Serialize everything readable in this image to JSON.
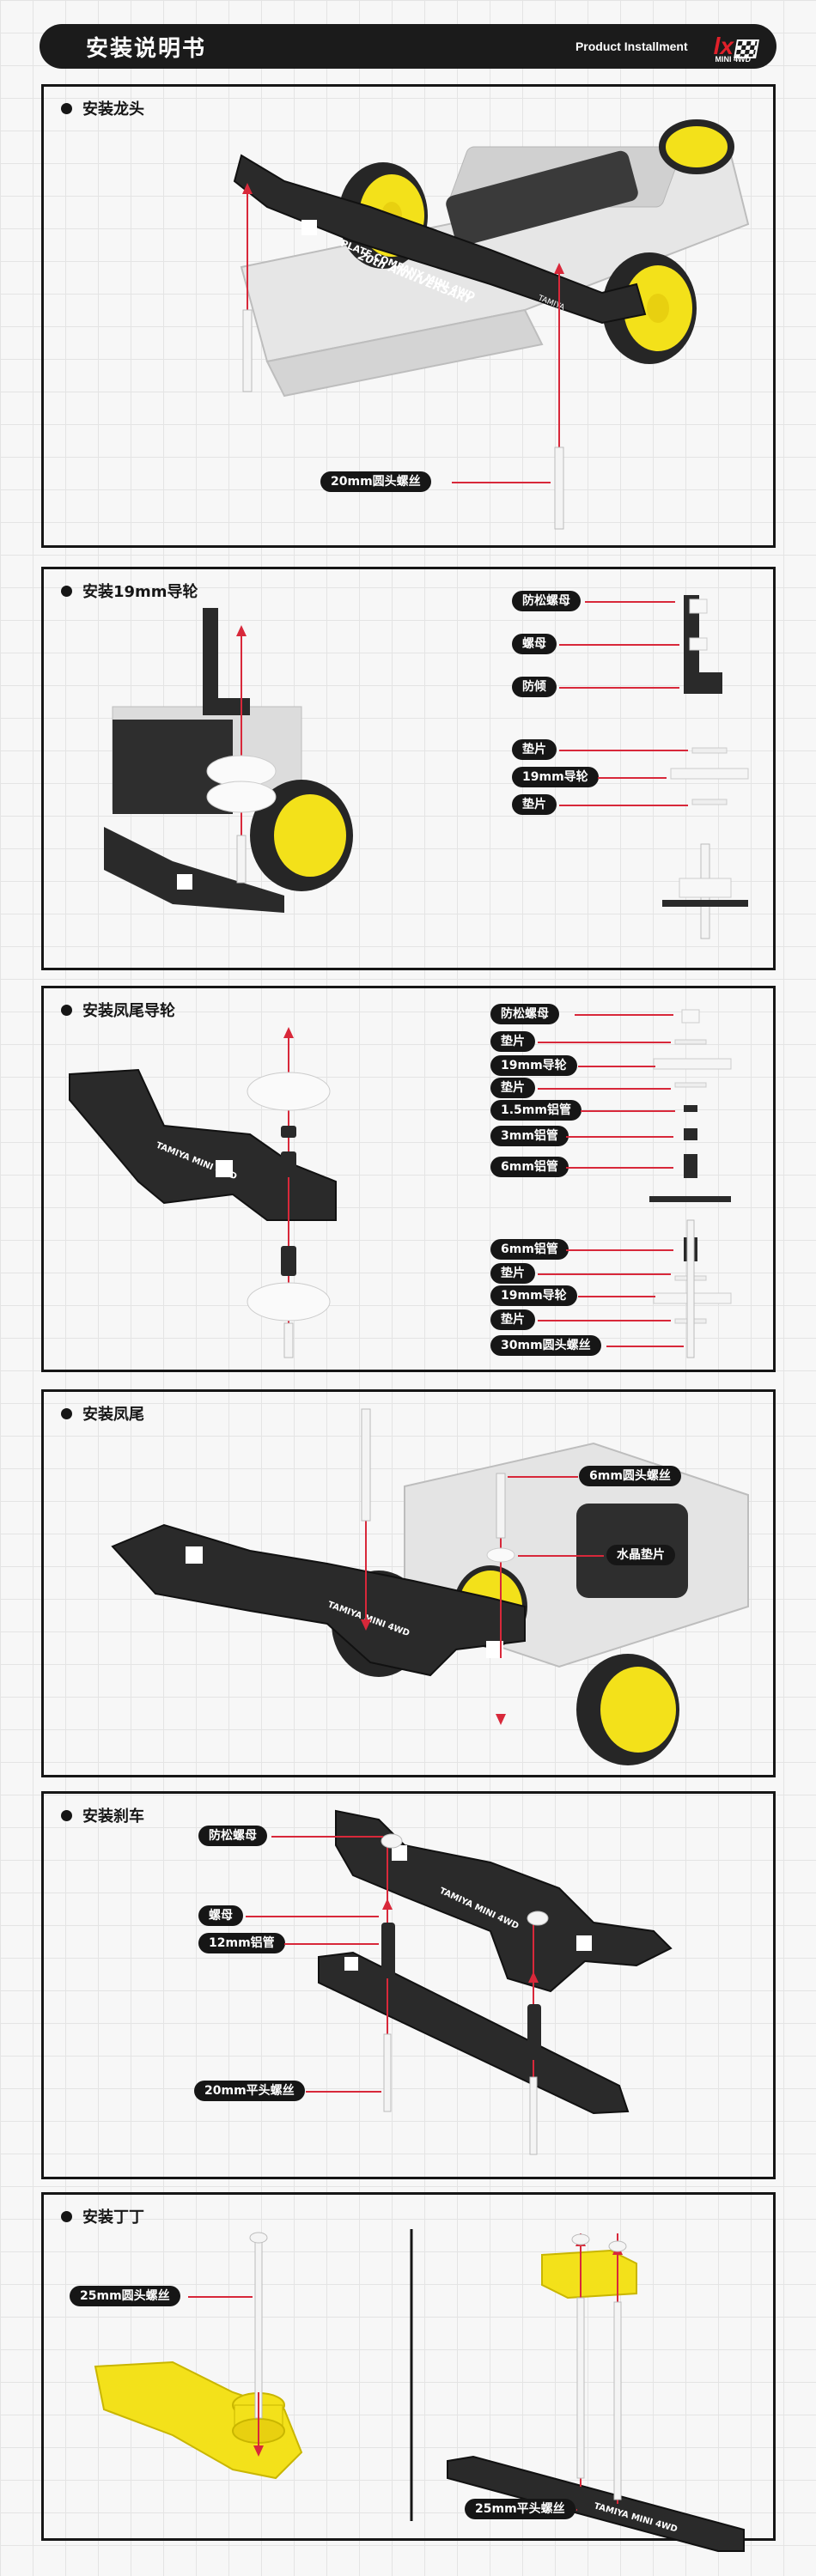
{
  "header": {
    "title": "安装说明书",
    "subtitle": "Product Installment",
    "logo_mark": "lx",
    "logo_text": "MINI 4WD"
  },
  "colors": {
    "accent": "#d8283a",
    "dark": "#161616",
    "yellow": "#f3e11a"
  },
  "sections": [
    {
      "title": "安装龙头",
      "labels": [
        "20mm圆头螺丝"
      ],
      "plate_text": [
        "PLATE COMPANY MINI 4WD",
        "20th ANNIVERSARY",
        "TAMIYA"
      ]
    },
    {
      "title": "安装19mm导轮",
      "labels": [
        "防松螺母",
        "螺母",
        "防倾",
        "垫片",
        "19mm导轮",
        "垫片"
      ]
    },
    {
      "title": "安装凤尾导轮",
      "labels": [
        "防松螺母",
        "垫片",
        "19mm导轮",
        "垫片",
        "1.5mm铝管",
        "3mm铝管",
        "6mm铝管",
        "6mm铝管",
        "垫片",
        "19mm导轮",
        "垫片",
        "30mm圆头螺丝"
      ],
      "plate_text": [
        "TAMIYA MINI 4WD"
      ]
    },
    {
      "title": "安装凤尾",
      "labels": [
        "6mm圆头螺丝",
        "水晶垫片"
      ],
      "plate_text": [
        "TAMIYA MINI 4WD"
      ]
    },
    {
      "title": "安装刹车",
      "labels": [
        "防松螺母",
        "螺母",
        "12mm铝管",
        "20mm平头螺丝"
      ],
      "plate_text": [
        "TAMIYA MINI 4WD"
      ]
    },
    {
      "title": "安装丁丁",
      "labels": [
        "25mm圆头螺丝",
        "25mm平头螺丝"
      ],
      "plate_text": [
        "TAMIYA MINI 4WD"
      ]
    }
  ]
}
